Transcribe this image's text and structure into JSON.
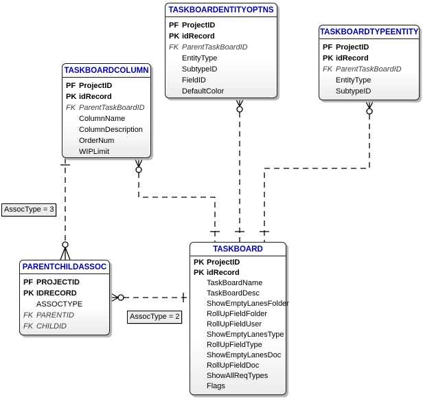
{
  "diagram": {
    "colors": {
      "entity_title": "#00009e",
      "entity_border": "#1c1c1c",
      "connector_line": "#000000",
      "label_background": "#ededed"
    },
    "entities": {
      "taskboardentityoptns": {
        "title": "TASKBOARDENTITYOPTNS",
        "rows": [
          {
            "key": "PF",
            "name": "ProjectID",
            "style": "pk"
          },
          {
            "key": "PK",
            "name": "idRecord",
            "style": "pk"
          },
          {
            "key": "FK",
            "name": "ParentTaskBoardID",
            "style": "fk"
          },
          {
            "key": "",
            "name": "EntityType",
            "style": "plain"
          },
          {
            "key": "",
            "name": "SubtypeID",
            "style": "plain"
          },
          {
            "key": "",
            "name": "FieldID",
            "style": "plain"
          },
          {
            "key": "",
            "name": "DefaultColor",
            "style": "plain"
          }
        ]
      },
      "taskboardtypeentity": {
        "title": "TASKBOARDTYPEENTITY",
        "rows": [
          {
            "key": "PF",
            "name": "ProjectID",
            "style": "pk"
          },
          {
            "key": "PK",
            "name": "idRecord",
            "style": "pk"
          },
          {
            "key": "FK",
            "name": "ParentTaskBoardID",
            "style": "fk"
          },
          {
            "key": "",
            "name": "EntityType",
            "style": "plain"
          },
          {
            "key": "",
            "name": "SubtypeID",
            "style": "plain"
          }
        ]
      },
      "taskboardcolumn": {
        "title": "TASKBOARDCOLUMN",
        "rows": [
          {
            "key": "PF",
            "name": "ProjectID",
            "style": "pk"
          },
          {
            "key": "PK",
            "name": "idRecord",
            "style": "pk"
          },
          {
            "key": "FK",
            "name": "ParentTaskBoardID",
            "style": "fk"
          },
          {
            "key": "",
            "name": "ColumnName",
            "style": "plain"
          },
          {
            "key": "",
            "name": "ColumnDescription",
            "style": "plain"
          },
          {
            "key": "",
            "name": "OrderNum",
            "style": "plain"
          },
          {
            "key": "",
            "name": "WIPLimit",
            "style": "plain"
          }
        ]
      },
      "parentchildassoc": {
        "title": "PARENTCHILDASSOC",
        "rows": [
          {
            "key": "PF",
            "name": "PROJECTID",
            "style": "pk"
          },
          {
            "key": "PK",
            "name": "IDRECORD",
            "style": "pk"
          },
          {
            "key": "",
            "name": "ASSOCTYPE",
            "style": "plain"
          },
          {
            "key": "FK",
            "name": "PARENTID",
            "style": "fk"
          },
          {
            "key": "FK",
            "name": "CHILDID",
            "style": "fk"
          }
        ]
      },
      "taskboard": {
        "title": "TASKBOARD",
        "rows": [
          {
            "key": "PK",
            "name": "ProjectID",
            "style": "pk"
          },
          {
            "key": "PK",
            "name": "idRecord",
            "style": "pk"
          },
          {
            "key": "",
            "name": "TaskBoardName",
            "style": "plain"
          },
          {
            "key": "",
            "name": "TaskBoardDesc",
            "style": "plain"
          },
          {
            "key": "",
            "name": "ShowEmptyLanesFolder",
            "style": "plain"
          },
          {
            "key": "",
            "name": "RollUpFieldFolder",
            "style": "plain"
          },
          {
            "key": "",
            "name": "RollUpFieldUser",
            "style": "plain"
          },
          {
            "key": "",
            "name": "ShowEmptyLanesType",
            "style": "plain"
          },
          {
            "key": "",
            "name": "RollUpFieldType",
            "style": "plain"
          },
          {
            "key": "",
            "name": "ShowEmptyLanesDoc",
            "style": "plain"
          },
          {
            "key": "",
            "name": "RollUpFieldDoc",
            "style": "plain"
          },
          {
            "key": "",
            "name": "ShowAllReqTypes",
            "style": "plain"
          },
          {
            "key": "",
            "name": "Flags",
            "style": "plain"
          }
        ]
      }
    },
    "labels": {
      "assoc3": "AssocType = 3",
      "assoc2": "AssocType = 2"
    },
    "relationships": [
      {
        "from": "TASKBOARD",
        "to": "TASKBOARDCOLUMN",
        "from_cardinality": "one",
        "to_cardinality": "zero-or-many",
        "line_style": "dashed"
      },
      {
        "from": "TASKBOARD",
        "to": "TASKBOARDENTITYOPTNS",
        "from_cardinality": "one",
        "to_cardinality": "zero-or-many",
        "line_style": "dashed"
      },
      {
        "from": "TASKBOARD",
        "to": "TASKBOARDTYPEENTITY",
        "from_cardinality": "one",
        "to_cardinality": "zero-or-many",
        "line_style": "dashed"
      },
      {
        "from": "TASKBOARDCOLUMN",
        "to": "PARENTCHILDASSOC",
        "from_cardinality": "one",
        "to_cardinality": "zero-or-many",
        "label": "AssocType = 3",
        "line_style": "dashed"
      },
      {
        "from": "TASKBOARD",
        "to": "PARENTCHILDASSOC",
        "from_cardinality": "one",
        "to_cardinality": "zero-or-many",
        "label": "AssocType = 2",
        "line_style": "dashed"
      }
    ]
  }
}
